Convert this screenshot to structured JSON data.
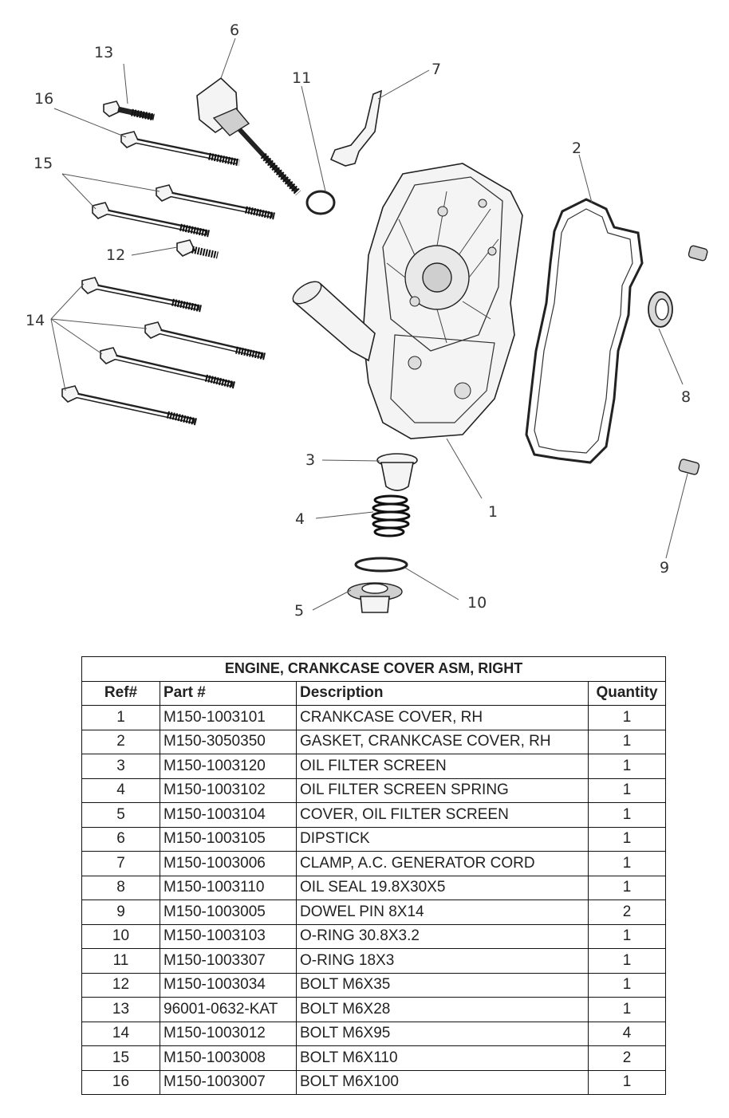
{
  "diagram": {
    "callouts": [
      "1",
      "2",
      "3",
      "4",
      "5",
      "6",
      "7",
      "8",
      "9",
      "10",
      "11",
      "12",
      "13",
      "14",
      "15",
      "16"
    ]
  },
  "table": {
    "title": "ENGINE, CRANKCASE COVER ASM, RIGHT",
    "headers": {
      "ref": "Ref#",
      "part": "Part #",
      "desc": "Description",
      "qty": "Quantity"
    },
    "rows": [
      {
        "ref": "1",
        "part": "M150-1003101",
        "desc": "CRANKCASE COVER, RH",
        "qty": "1"
      },
      {
        "ref": "2",
        "part": "M150-3050350",
        "desc": "GASKET, CRANKCASE COVER, RH",
        "qty": "1"
      },
      {
        "ref": "3",
        "part": "M150-1003120",
        "desc": "OIL FILTER SCREEN",
        "qty": "1"
      },
      {
        "ref": "4",
        "part": "M150-1003102",
        "desc": "OIL FILTER SCREEN SPRING",
        "qty": "1"
      },
      {
        "ref": "5",
        "part": "M150-1003104",
        "desc": "COVER, OIL FILTER SCREEN",
        "qty": "1"
      },
      {
        "ref": "6",
        "part": "M150-1003105",
        "desc": "DIPSTICK",
        "qty": "1"
      },
      {
        "ref": "7",
        "part": "M150-1003006",
        "desc": "CLAMP, A.C. GENERATOR CORD",
        "qty": "1"
      },
      {
        "ref": "8",
        "part": "M150-1003110",
        "desc": "OIL SEAL 19.8X30X5",
        "qty": "1"
      },
      {
        "ref": "9",
        "part": "M150-1003005",
        "desc": "DOWEL PIN 8X14",
        "qty": "2"
      },
      {
        "ref": "10",
        "part": "M150-1003103",
        "desc": "O-RING 30.8X3.2",
        "qty": "1"
      },
      {
        "ref": "11",
        "part": "M150-1003307",
        "desc": "O-RING 18X3",
        "qty": "1"
      },
      {
        "ref": "12",
        "part": "M150-1003034",
        "desc": "BOLT M6X35",
        "qty": "1"
      },
      {
        "ref": "13",
        "part": "96001-0632-KAT",
        "desc": "BOLT M6X28",
        "qty": "1"
      },
      {
        "ref": "14",
        "part": "M150-1003012",
        "desc": "BOLT M6X95",
        "qty": "4"
      },
      {
        "ref": "15",
        "part": "M150-1003008",
        "desc": "BOLT M6X110",
        "qty": "2"
      },
      {
        "ref": "16",
        "part": "M150-1003007",
        "desc": "BOLT M6X100",
        "qty": "1"
      }
    ]
  }
}
